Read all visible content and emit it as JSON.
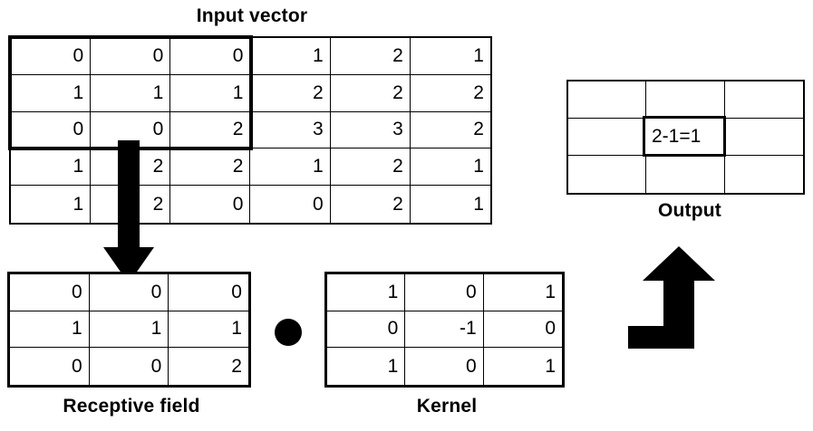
{
  "figure": {
    "type": "convolution-illustration",
    "background": "#ffffff",
    "line_color": "#000000"
  },
  "input": {
    "caption": "Input vector",
    "rows": 5,
    "cols": 6,
    "values": [
      [
        "0",
        "0",
        "0",
        "1",
        "2",
        "1"
      ],
      [
        "1",
        "1",
        "1",
        "2",
        "2",
        "2"
      ],
      [
        "0",
        "0",
        "2",
        "3",
        "3",
        "2"
      ],
      [
        "1",
        "2",
        "2",
        "1",
        "2",
        "1"
      ],
      [
        "1",
        "2",
        "0",
        "0",
        "2",
        "1"
      ]
    ],
    "highlight": {
      "label": "receptive-field-region",
      "row_start": 0,
      "row_end": 2,
      "col_start": 0,
      "col_end": 2
    }
  },
  "output": {
    "caption": "Output",
    "rows": 3,
    "cols": 3,
    "values": [
      [
        "",
        "",
        ""
      ],
      [
        "",
        "2-1=1",
        ""
      ],
      [
        "",
        "",
        ""
      ]
    ],
    "highlight_cell": {
      "row": 1,
      "col": 1,
      "text": "2-1=1"
    }
  },
  "receptive_field": {
    "caption": "Receptive field",
    "rows": 3,
    "cols": 3,
    "values": [
      [
        "0",
        "0",
        "0"
      ],
      [
        "1",
        "1",
        "1"
      ],
      [
        "0",
        "0",
        "2"
      ]
    ]
  },
  "kernel": {
    "caption": "Kernel",
    "rows": 3,
    "cols": 3,
    "values": [
      [
        "1",
        "0",
        "1"
      ],
      [
        "0",
        "-1",
        "0"
      ],
      [
        "1",
        "0",
        "1"
      ]
    ]
  },
  "operator": {
    "name": "dot-product",
    "glyph": "●"
  },
  "arrows": [
    {
      "name": "input-to-receptive-field-arrow",
      "direction": "down"
    },
    {
      "name": "kernel-result-to-output-arrow",
      "direction": "up-from-left"
    }
  ]
}
